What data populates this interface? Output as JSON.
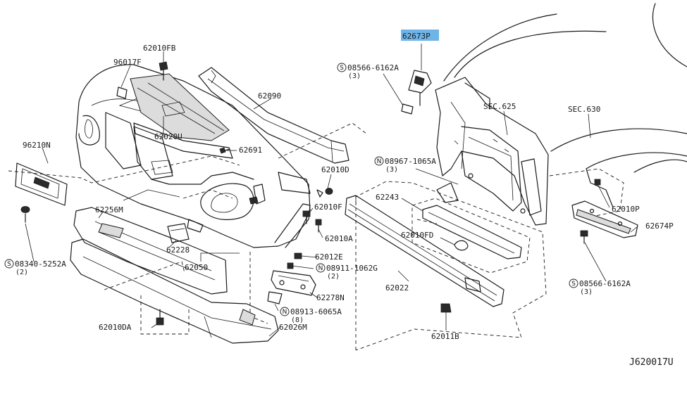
{
  "diagram": {
    "id": "J620017U",
    "highlight_color": "#6fb4e8",
    "labels": {
      "p62673P": "62673P",
      "p08566_6162A_top": "08566-6162A",
      "q3_top": "(3)",
      "sec625": "SEC.625",
      "sec630": "SEC.630",
      "p62010FB": "62010FB",
      "p96017F": "96017F",
      "p62090": "62090",
      "p62020U": "62020U",
      "p96210N": "96210N",
      "p62691": "62691",
      "p62010D": "62010D",
      "p08967_1065A": "08967-1065A",
      "q3_mid": "(3)",
      "p62243": "62243",
      "p62256M": "62256M",
      "p62010F": "62010F",
      "p62010A": "62010A",
      "p62228": "62228",
      "p62010FD": "62010FD",
      "p62050": "62050",
      "p62012E": "62012E",
      "p08340_5252A": "08340-5252A",
      "q2_left": "(2)",
      "p08911_1062G": "08911-1062G",
      "q2_mid": "(2)",
      "p62022": "62022",
      "p62278N": "62278N",
      "p08913_6065A": "08913-6065A",
      "q8": "(8)",
      "p62010DA": "62010DA",
      "p62026M": "62026M",
      "p62011B": "62011B",
      "p62010P": "62010P",
      "p62674P": "62674P",
      "p08566_6162A_right": "08566-6162A",
      "q3_right": "(3)"
    },
    "badges": {
      "screw": "S",
      "nut": "N"
    }
  }
}
